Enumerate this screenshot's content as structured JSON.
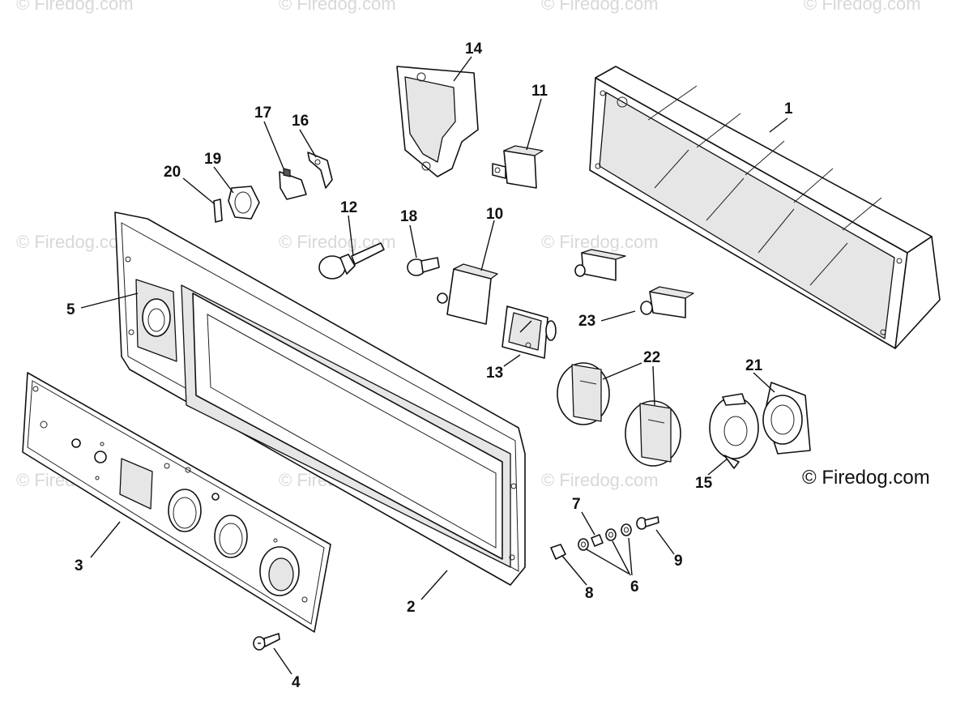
{
  "watermark": {
    "text": "© Firedog.com"
  },
  "copyright": {
    "text": "© Firedog.com"
  },
  "callouts": [
    {
      "id": "1",
      "label": "1"
    },
    {
      "id": "2",
      "label": "2"
    },
    {
      "id": "3",
      "label": "3"
    },
    {
      "id": "4",
      "label": "4"
    },
    {
      "id": "5",
      "label": "5"
    },
    {
      "id": "6",
      "label": "6"
    },
    {
      "id": "7",
      "label": "7"
    },
    {
      "id": "8",
      "label": "8"
    },
    {
      "id": "9",
      "label": "9"
    },
    {
      "id": "10",
      "label": "10"
    },
    {
      "id": "11",
      "label": "11"
    },
    {
      "id": "12",
      "label": "12"
    },
    {
      "id": "13",
      "label": "13"
    },
    {
      "id": "14",
      "label": "14"
    },
    {
      "id": "15",
      "label": "15"
    },
    {
      "id": "16",
      "label": "16"
    },
    {
      "id": "17",
      "label": "17"
    },
    {
      "id": "18",
      "label": "18"
    },
    {
      "id": "19",
      "label": "19"
    },
    {
      "id": "20",
      "label": "20"
    },
    {
      "id": "21",
      "label": "21"
    },
    {
      "id": "22",
      "label": "22"
    },
    {
      "id": "23",
      "label": "23"
    }
  ]
}
